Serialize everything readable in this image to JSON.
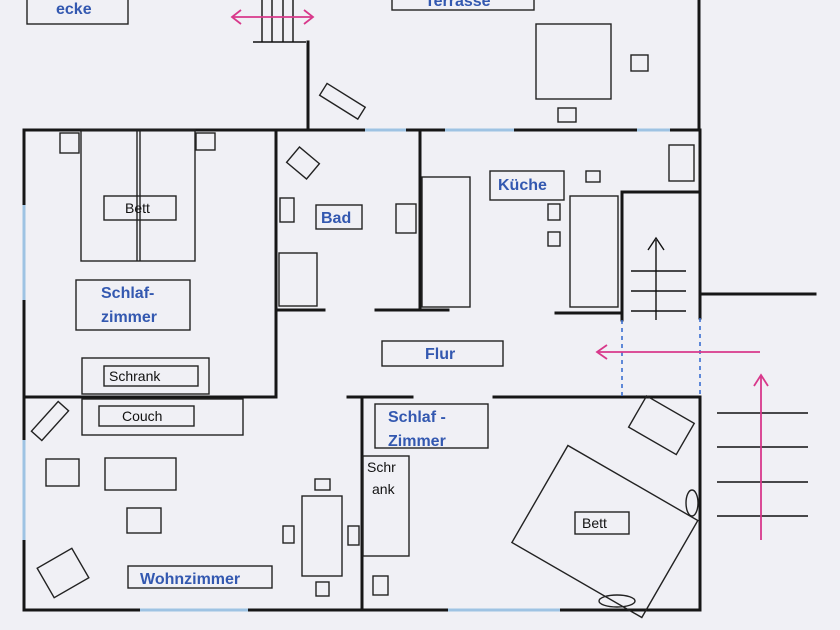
{
  "rooms": {
    "ecke": "ecke",
    "terrasse": "Terrasse",
    "bad": "Bad",
    "kueche": "Küche",
    "schlafzimmer1_line1": "Schlaf-",
    "schlafzimmer1_line2": "zimmer",
    "flur": "Flur",
    "schlafzimmer2_line1": "Schlaf -",
    "schlafzimmer2_line2": "Zimmer",
    "wohnzimmer": "Wohnzimmer"
  },
  "furniture": {
    "bett1": "Bett",
    "schrank1": "Schrank",
    "couch": "Couch",
    "schrank2_line1": "Schr",
    "schrank2_line2": "ank",
    "bett2": "Bett"
  },
  "colors": {
    "wall": "#161616",
    "window": "#9ec3e3",
    "label": "#3358b0",
    "arrow": "#d8388b",
    "door": "#3a6fd0"
  }
}
